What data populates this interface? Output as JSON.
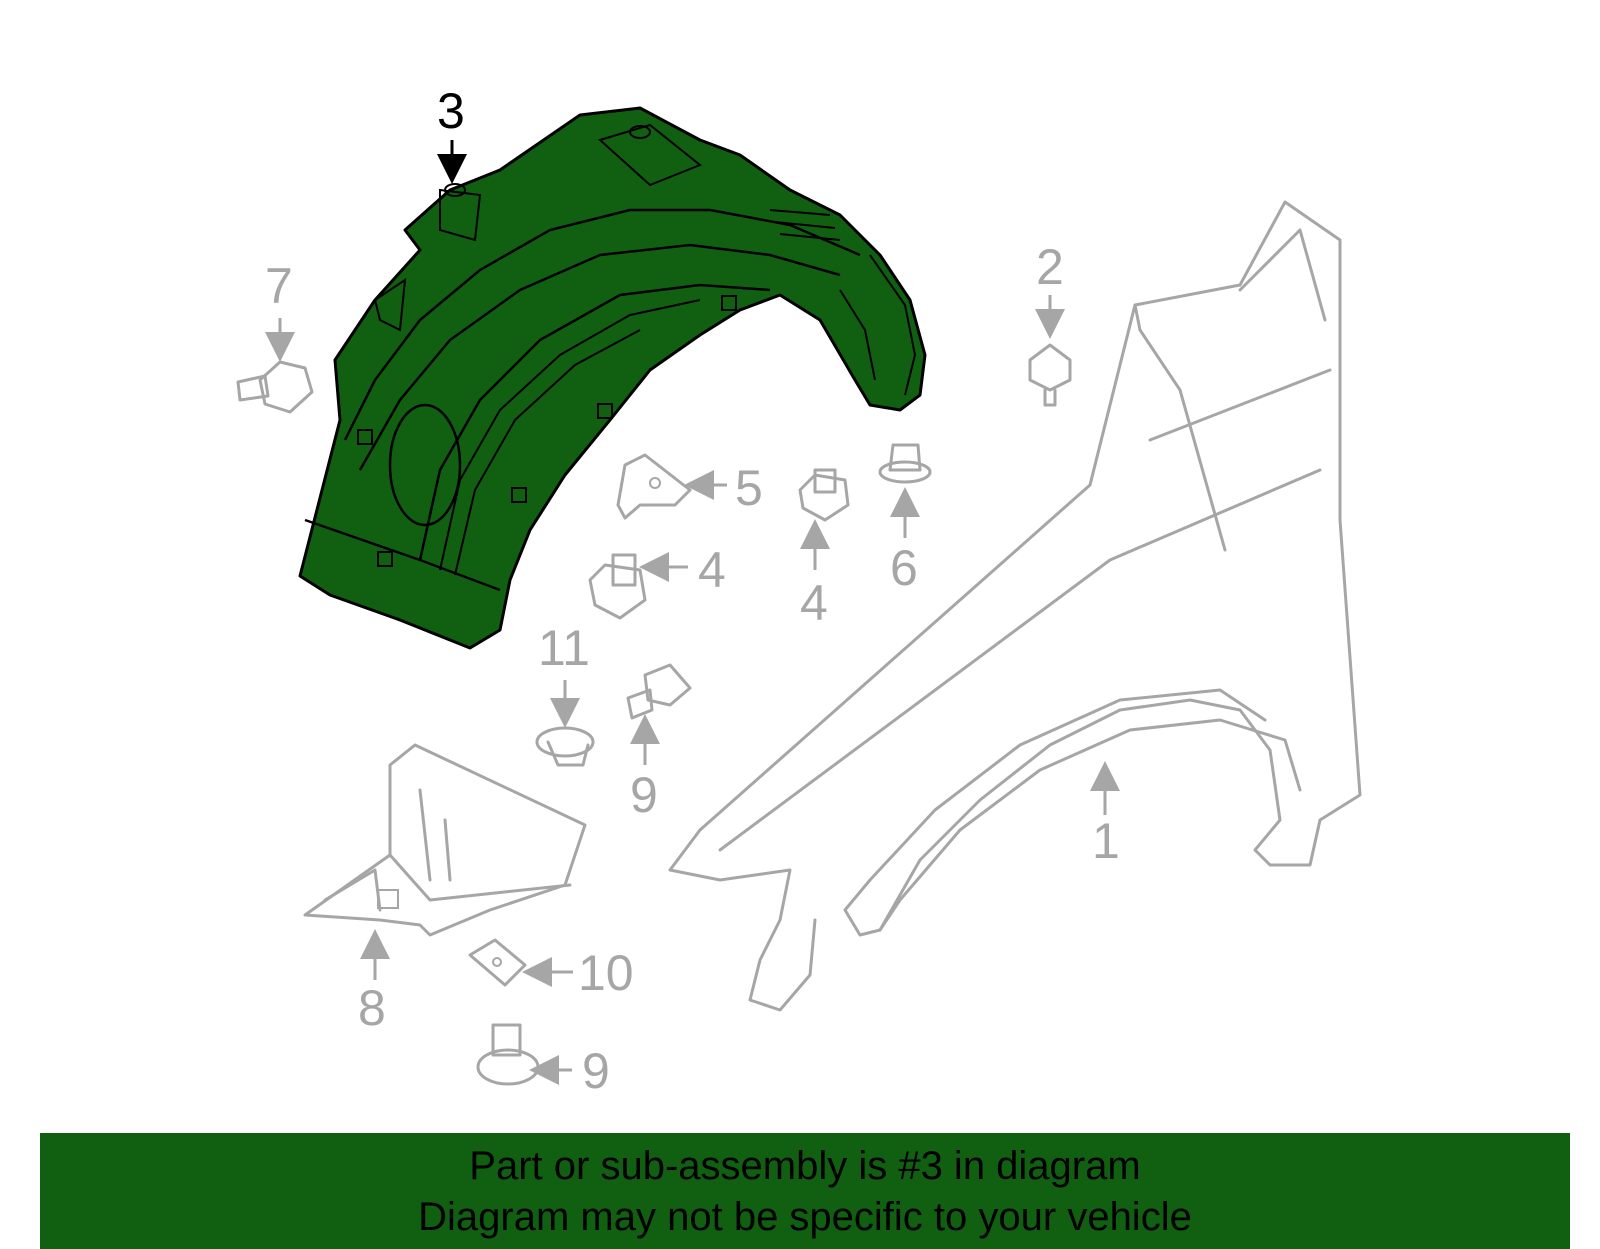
{
  "diagram": {
    "highlight_color": "#116011",
    "callouts": {
      "c1": "1",
      "c2": "2",
      "c3": "3",
      "c4a": "4",
      "c4b": "4",
      "c5": "5",
      "c6": "6",
      "c7": "7",
      "c8": "8",
      "c9a": "9",
      "c9b": "9",
      "c10": "10",
      "c11": "11"
    }
  },
  "banner": {
    "line1": "Part or sub-assembly is #3 in diagram",
    "line2": "Diagram may not be specific to your vehicle",
    "background": "#116011"
  }
}
